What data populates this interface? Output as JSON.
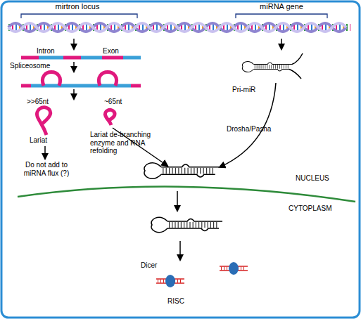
{
  "diagram": {
    "labels": [
      "mirtron locus",
      "miRNA gene",
      "Intron",
      "Exon",
      "Spliceosome",
      ">>65nt",
      "~65nt",
      "Lariat",
      "Lariat de-branching enzyme and RNA refolding",
      "Do not add to miRNA flux (?)",
      "Pri-miR",
      "Drosha/Pasha",
      "NUCLEUS",
      "CYTOPLASM",
      "Dicer",
      "RISC"
    ]
  }
}
